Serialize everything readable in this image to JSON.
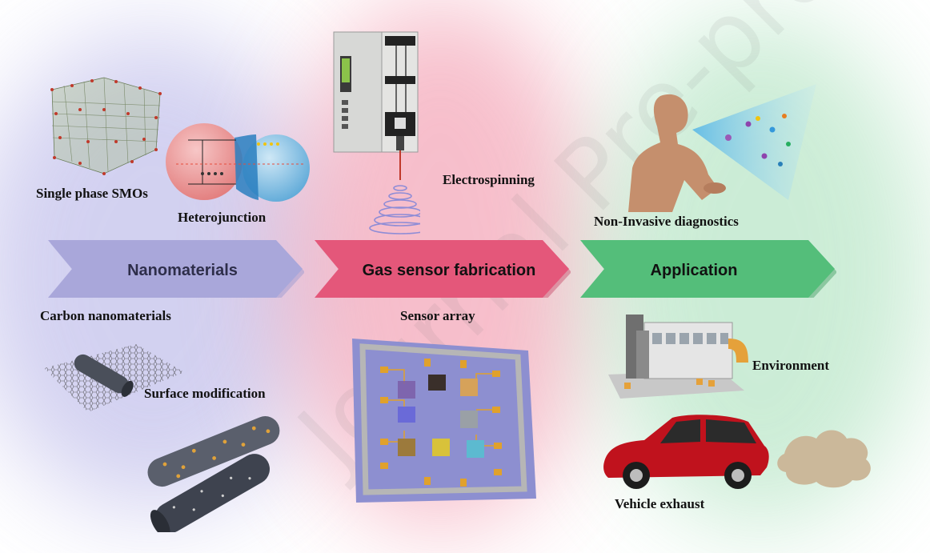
{
  "watermark": "Journal Pre-proof",
  "stages": [
    {
      "label": "Nanomaterials",
      "fill": "#a9a7da",
      "text_color": "#2e2e4a"
    },
    {
      "label": "Gas sensor fabrication",
      "fill": "#e4577a",
      "text_color": "#111111"
    },
    {
      "label": "Application",
      "fill": "#54be7a",
      "text_color": "#111111"
    }
  ],
  "labels": {
    "single_phase": "Single phase SMOs",
    "heterojunction": "Heterojunction",
    "carbon": "Carbon nanomaterials",
    "surface": "Surface modification",
    "electrospinning": "Electrospinning",
    "sensor_array": "Sensor array",
    "non_invasive": "Non-Invasive diagnostics",
    "environment": "Environment",
    "vehicle": "Vehicle exhaust"
  },
  "colors": {
    "glow_left": "#b9b7e6",
    "glow_mid": "#f2a3b4",
    "glow_right": "#b6e6c6"
  }
}
